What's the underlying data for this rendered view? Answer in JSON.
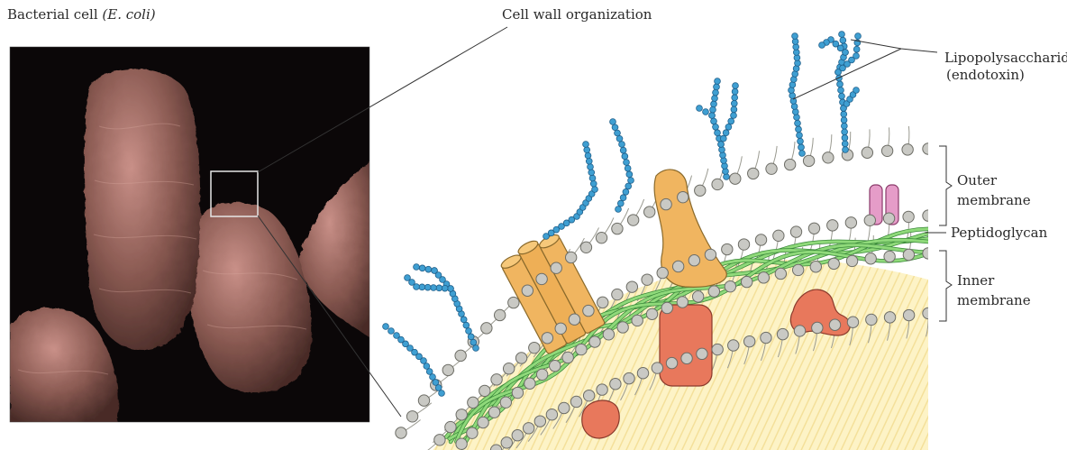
{
  "title": {
    "photo_prefix": "Bacterial cell",
    "photo_species": "(E. coli)",
    "diagram": "Cell wall organization"
  },
  "labels": {
    "lps_line1": "Lipopolysaccharide",
    "lps_line2": "(endotoxin)",
    "outer_line1": "Outer",
    "outer_line2": "membrane",
    "peptidoglycan": "Peptidoglycan",
    "inner_line1": "Inner",
    "inner_line2": "membrane"
  },
  "colors": {
    "lps_bead": "#3f9fd2",
    "lipid_head": "#c9c9c4",
    "peptidoglycan": "#8fd97a",
    "protein_orange": "#f0b560",
    "protein_red": "#e8785c",
    "protein_pink": "#e59cc8",
    "cytoplasm": "#fbeeb8",
    "photo_bg": "#0b0708",
    "cell_surface": "#8a5a52"
  }
}
